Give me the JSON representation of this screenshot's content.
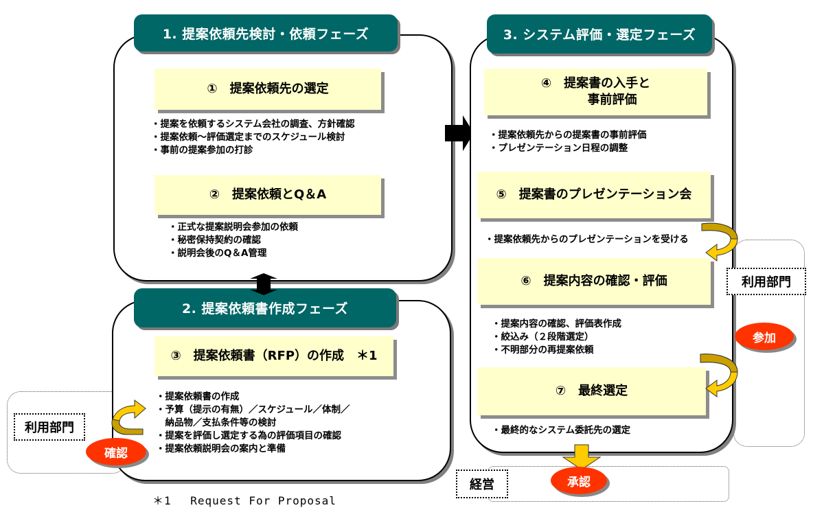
{
  "phases": [
    {
      "header": "1. 提案依頼先検討・依頼フェーズ",
      "steps": [
        {
          "title": "①　提案依頼先の選定",
          "bullets": [
            "・提案を依頼するシステム会社の調査、方針確認",
            "・提案依頼～評価選定までのスケジュール検討",
            "・事前の提案参加の打診"
          ]
        },
        {
          "title": "②　提案依頼とQ＆A",
          "bullets": [
            "・正式な提案説明会参加の依頼",
            "・秘密保持契約の確認",
            "・説明会後のQ＆A管理"
          ]
        }
      ]
    },
    {
      "header": "2. 提案依頼書作成フェーズ",
      "steps": [
        {
          "title": "③　提案依頼書（RFP）の作成　＊1",
          "bullets": [
            "・提案依頼書の作成",
            "・予算（提示の有無）／スケジュール／体制／",
            "　納品物／支払条件等の検討",
            "・提案を評価し選定する為の評価項目の確認",
            "・提案依頼説明会の案内と準備"
          ]
        }
      ]
    },
    {
      "header": "3. システム評価・選定フェーズ",
      "steps": [
        {
          "title_line1": "④　提案書の入手と",
          "title_line2": "事前評価",
          "bullets": [
            "・提案依頼先からの提案書の事前評価",
            "・プレゼンテーション日程の調整"
          ]
        },
        {
          "title": "⑤　提案書のプレゼンテーション会",
          "bullets": [
            "・提案依頼先からのプレゼンテーションを受ける"
          ]
        },
        {
          "title": "⑥　提案内容の確認・評価",
          "bullets": [
            "・提案内容の確認、評価表作成",
            "・絞込み（２段階選定）",
            "・不明部分の再提案依頼"
          ]
        },
        {
          "title": "⑦　最終選定",
          "bullets": [
            "・最終的なシステム委託先の選定"
          ]
        }
      ]
    }
  ],
  "departments": {
    "left_user_dept": "利用部門",
    "left_action": "確認",
    "right_user_dept": "利用部門",
    "right_action": "参加",
    "management": "経営",
    "management_action": "承認"
  },
  "footnote": "＊1　 Request For Proposal",
  "colors": {
    "header_bg": "#006666",
    "step_bg": "#ffffcc",
    "action_oval": "#ff3300",
    "curved_arrow": "#ffcc00"
  },
  "icons": {
    "phase_transition_arrow": "black-block-arrow",
    "dept_flow_arrow": "yellow-curved-arrow",
    "approval_arrow": "yellow-down-arrow"
  }
}
